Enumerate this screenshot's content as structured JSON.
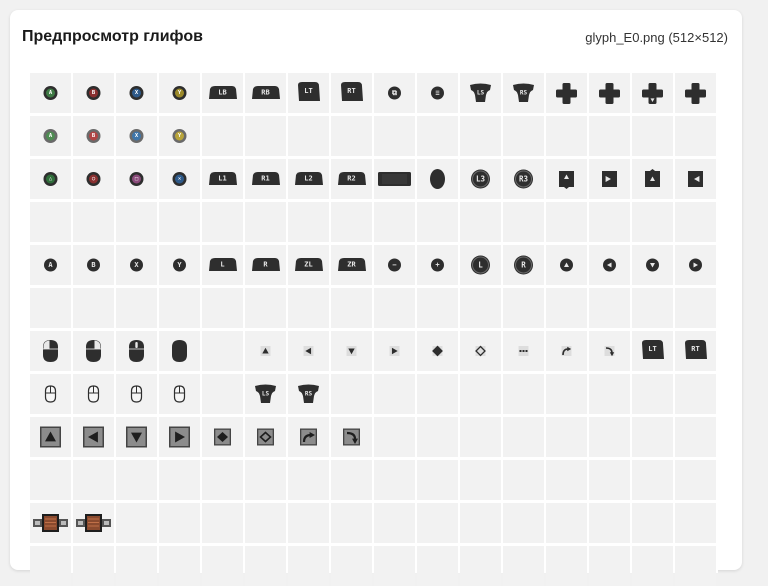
{
  "header": {
    "title": "Предпросмотр глифов",
    "file_info": "glyph_E0.png (512×512)"
  },
  "colors": {
    "panel": "#ffffff",
    "cell": "#f2f2f2",
    "glyph_dark": "#2e2e2e",
    "glyph_light": "#e8e8e8",
    "btn_a": "#3e7a44",
    "btn_b": "#8a3030",
    "btn_x": "#2e5a8a",
    "btn_y": "#9c8a2a"
  },
  "grid": {
    "columns": 16,
    "rows": 12
  },
  "glyphs": [
    {
      "row": 0,
      "col": 0,
      "type": "circle",
      "label": "A",
      "color": "#3e7a44",
      "name": "xbox-a-button-icon"
    },
    {
      "row": 0,
      "col": 1,
      "type": "circle",
      "label": "B",
      "color": "#8a3030",
      "name": "xbox-b-button-icon"
    },
    {
      "row": 0,
      "col": 2,
      "type": "circle",
      "label": "X",
      "color": "#2e5a8a",
      "name": "xbox-x-button-icon"
    },
    {
      "row": 0,
      "col": 3,
      "type": "circle",
      "label": "Y",
      "color": "#9c8a2a",
      "name": "xbox-y-button-icon"
    },
    {
      "row": 0,
      "col": 4,
      "type": "bumper",
      "label": "LB",
      "name": "xbox-lb-bumper-icon"
    },
    {
      "row": 0,
      "col": 5,
      "type": "bumper",
      "label": "RB",
      "name": "xbox-rb-bumper-icon"
    },
    {
      "row": 0,
      "col": 6,
      "type": "trigger",
      "label": "LT",
      "name": "xbox-lt-trigger-icon"
    },
    {
      "row": 0,
      "col": 7,
      "type": "trigger",
      "label": "RT",
      "name": "xbox-rt-trigger-icon"
    },
    {
      "row": 0,
      "col": 8,
      "type": "smallcircle",
      "label": "⧉",
      "name": "xbox-view-button-icon"
    },
    {
      "row": 0,
      "col": 9,
      "type": "smallcircle",
      "label": "≡",
      "name": "xbox-menu-button-icon"
    },
    {
      "row": 0,
      "col": 10,
      "type": "stick",
      "label": "LS",
      "name": "xbox-left-stick-icon"
    },
    {
      "row": 0,
      "col": 11,
      "type": "stick",
      "label": "RS",
      "name": "xbox-right-stick-icon"
    },
    {
      "row": 0,
      "col": 12,
      "type": "dpad",
      "dir": "none",
      "name": "dpad-icon"
    },
    {
      "row": 0,
      "col": 13,
      "type": "dpad",
      "dir": "none",
      "name": "dpad-alt-icon"
    },
    {
      "row": 0,
      "col": 14,
      "type": "dpad",
      "dir": "down",
      "name": "dpad-down-icon"
    },
    {
      "row": 0,
      "col": 15,
      "type": "dpad",
      "dir": "none",
      "name": "dpad-full-icon"
    },
    {
      "row": 1,
      "col": 0,
      "type": "circle",
      "label": "A",
      "color": "#4e8c52",
      "light": true,
      "name": "xbox-a-button-light-icon"
    },
    {
      "row": 1,
      "col": 1,
      "type": "circle",
      "label": "B",
      "color": "#b04444",
      "light": true,
      "name": "xbox-b-button-light-icon"
    },
    {
      "row": 1,
      "col": 2,
      "type": "circle",
      "label": "X",
      "color": "#3f76aa",
      "light": true,
      "name": "xbox-x-button-light-icon"
    },
    {
      "row": 1,
      "col": 3,
      "type": "circle",
      "label": "Y",
      "color": "#b8a43a",
      "light": true,
      "name": "xbox-y-button-light-icon"
    },
    {
      "row": 2,
      "col": 0,
      "type": "circle",
      "label": "△",
      "color": "#2f6e3a",
      "name": "ps-triangle-button-icon"
    },
    {
      "row": 2,
      "col": 1,
      "type": "circle",
      "label": "○",
      "color": "#8a3030",
      "name": "ps-circle-button-icon"
    },
    {
      "row": 2,
      "col": 2,
      "type": "circle",
      "label": "□",
      "color": "#8a4a7a",
      "name": "ps-square-button-icon"
    },
    {
      "row": 2,
      "col": 3,
      "type": "circle",
      "label": "✕",
      "color": "#2e5a8a",
      "name": "ps-cross-button-icon"
    },
    {
      "row": 2,
      "col": 4,
      "type": "bumper",
      "label": "L1",
      "name": "ps-l1-bumper-icon"
    },
    {
      "row": 2,
      "col": 5,
      "type": "bumper",
      "label": "R1",
      "name": "ps-r1-bumper-icon"
    },
    {
      "row": 2,
      "col": 6,
      "type": "bumper",
      "label": "L2",
      "name": "ps-l2-trigger-icon"
    },
    {
      "row": 2,
      "col": 7,
      "type": "bumper",
      "label": "R2",
      "name": "ps-r2-trigger-icon"
    },
    {
      "row": 2,
      "col": 8,
      "type": "touchpad",
      "name": "ps-touchpad-icon"
    },
    {
      "row": 2,
      "col": 9,
      "type": "oval",
      "name": "ps-options-button-icon"
    },
    {
      "row": 2,
      "col": 10,
      "type": "bigcircle",
      "label": "L3",
      "name": "ps-l3-stick-icon"
    },
    {
      "row": 2,
      "col": 11,
      "type": "bigcircle",
      "label": "R3",
      "name": "ps-r3-stick-icon"
    },
    {
      "row": 2,
      "col": 12,
      "type": "arrowkey",
      "dir": "up",
      "name": "dpad-up-key-icon"
    },
    {
      "row": 2,
      "col": 13,
      "type": "arrowkey",
      "dir": "right",
      "name": "dpad-right-key-icon"
    },
    {
      "row": 2,
      "col": 14,
      "type": "arrowkey",
      "dir": "up2",
      "name": "dpad-up-alt-key-icon"
    },
    {
      "row": 2,
      "col": 15,
      "type": "arrowkey",
      "dir": "left",
      "name": "dpad-left-key-icon"
    },
    {
      "row": 4,
      "col": 0,
      "type": "smallcircle",
      "label": "A",
      "name": "switch-a-button-icon"
    },
    {
      "row": 4,
      "col": 1,
      "type": "smallcircle",
      "label": "B",
      "name": "switch-b-button-icon"
    },
    {
      "row": 4,
      "col": 2,
      "type": "smallcircle",
      "label": "X",
      "name": "switch-x-button-icon"
    },
    {
      "row": 4,
      "col": 3,
      "type": "smallcircle",
      "label": "Y",
      "name": "switch-y-button-icon"
    },
    {
      "row": 4,
      "col": 4,
      "type": "bumper",
      "label": "L",
      "name": "switch-l-bumper-icon"
    },
    {
      "row": 4,
      "col": 5,
      "type": "bumper",
      "label": "R",
      "name": "switch-r-bumper-icon"
    },
    {
      "row": 4,
      "col": 6,
      "type": "bumper",
      "label": "ZL",
      "name": "switch-zl-trigger-icon"
    },
    {
      "row": 4,
      "col": 7,
      "type": "bumper",
      "label": "ZR",
      "name": "switch-zr-trigger-icon"
    },
    {
      "row": 4,
      "col": 8,
      "type": "smallcircle",
      "label": "−",
      "name": "switch-minus-button-icon"
    },
    {
      "row": 4,
      "col": 9,
      "type": "smallcircle",
      "label": "+",
      "name": "switch-plus-button-icon"
    },
    {
      "row": 4,
      "col": 10,
      "type": "bigcircle",
      "label": "L",
      "name": "switch-left-stick-icon"
    },
    {
      "row": 4,
      "col": 11,
      "type": "bigcircle",
      "label": "R",
      "name": "switch-right-stick-icon"
    },
    {
      "row": 4,
      "col": 12,
      "type": "dirbutton",
      "dir": "up",
      "name": "switch-up-button-icon"
    },
    {
      "row": 4,
      "col": 13,
      "type": "dirbutton",
      "dir": "left",
      "name": "switch-left-button-icon"
    },
    {
      "row": 4,
      "col": 14,
      "type": "dirbutton",
      "dir": "down",
      "name": "switch-down-button-icon"
    },
    {
      "row": 4,
      "col": 15,
      "type": "dirbutton",
      "dir": "right",
      "name": "switch-right-button-icon"
    },
    {
      "row": 6,
      "col": 0,
      "type": "mouse",
      "part": "left",
      "name": "mouse-left-click-icon"
    },
    {
      "row": 6,
      "col": 1,
      "type": "mouse",
      "part": "right",
      "name": "mouse-right-click-icon"
    },
    {
      "row": 6,
      "col": 2,
      "type": "mouse",
      "part": "middle",
      "name": "mouse-middle-click-icon"
    },
    {
      "row": 6,
      "col": 3,
      "type": "mouse",
      "part": "none",
      "name": "mouse-icon"
    },
    {
      "row": 6,
      "col": 5,
      "type": "tinyarrow",
      "dir": "up",
      "name": "small-arrow-up-icon"
    },
    {
      "row": 6,
      "col": 6,
      "type": "tinyarrow",
      "dir": "left",
      "name": "small-arrow-left-icon"
    },
    {
      "row": 6,
      "col": 7,
      "type": "tinyarrow",
      "dir": "down",
      "name": "small-arrow-down-icon"
    },
    {
      "row": 6,
      "col": 8,
      "type": "tinyarrow",
      "dir": "right",
      "name": "small-arrow-right-icon"
    },
    {
      "row": 6,
      "col": 9,
      "type": "tinydiamond",
      "fill": true,
      "name": "small-diamond-filled-icon"
    },
    {
      "row": 6,
      "col": 10,
      "type": "tinydiamond",
      "fill": false,
      "name": "small-diamond-outline-icon"
    },
    {
      "row": 6,
      "col": 11,
      "type": "tinydots",
      "name": "small-ellipsis-icon"
    },
    {
      "row": 6,
      "col": 12,
      "type": "tinycurve",
      "dir": "cw",
      "name": "small-rotate-up-icon"
    },
    {
      "row": 6,
      "col": 13,
      "type": "tinycurve",
      "dir": "ccw",
      "name": "small-rotate-down-icon"
    },
    {
      "row": 6,
      "col": 14,
      "type": "trigger",
      "label": "LT",
      "name": "small-lt-trigger-icon"
    },
    {
      "row": 6,
      "col": 15,
      "type": "trigger",
      "label": "RT",
      "name": "small-rt-trigger-icon"
    },
    {
      "row": 7,
      "col": 0,
      "type": "smallmouse",
      "name": "small-mouse-left-icon"
    },
    {
      "row": 7,
      "col": 1,
      "type": "smallmouse",
      "name": "small-mouse-right-icon"
    },
    {
      "row": 7,
      "col": 2,
      "type": "smallmouse",
      "name": "small-mouse-middle-icon"
    },
    {
      "row": 7,
      "col": 3,
      "type": "smallmouse",
      "name": "small-mouse-icon"
    },
    {
      "row": 7,
      "col": 5,
      "type": "stick",
      "label": "LS",
      "name": "small-left-stick-icon"
    },
    {
      "row": 7,
      "col": 6,
      "type": "stick",
      "label": "RS",
      "name": "small-right-stick-icon"
    },
    {
      "row": 8,
      "col": 0,
      "type": "bigkey",
      "dir": "up",
      "name": "key-arrow-up-icon"
    },
    {
      "row": 8,
      "col": 1,
      "type": "bigkey",
      "dir": "left",
      "name": "key-arrow-left-icon"
    },
    {
      "row": 8,
      "col": 2,
      "type": "bigkey",
      "dir": "down",
      "name": "key-arrow-down-icon"
    },
    {
      "row": 8,
      "col": 3,
      "type": "bigkey",
      "dir": "right",
      "name": "key-arrow-right-icon"
    },
    {
      "row": 8,
      "col": 4,
      "type": "midkey",
      "sym": "diamond-fill",
      "name": "key-diamond-filled-icon"
    },
    {
      "row": 8,
      "col": 5,
      "type": "midkey",
      "sym": "diamond-outline",
      "name": "key-diamond-outline-icon"
    },
    {
      "row": 8,
      "col": 6,
      "type": "midkey",
      "sym": "curve-up",
      "name": "key-rotate-up-icon"
    },
    {
      "row": 8,
      "col": 7,
      "type": "midkey",
      "sym": "curve-down",
      "name": "key-rotate-down-icon"
    },
    {
      "row": 10,
      "col": 0,
      "type": "battery",
      "name": "battery-icon"
    },
    {
      "row": 10,
      "col": 1,
      "type": "battery",
      "name": "battery-alt-icon"
    }
  ]
}
